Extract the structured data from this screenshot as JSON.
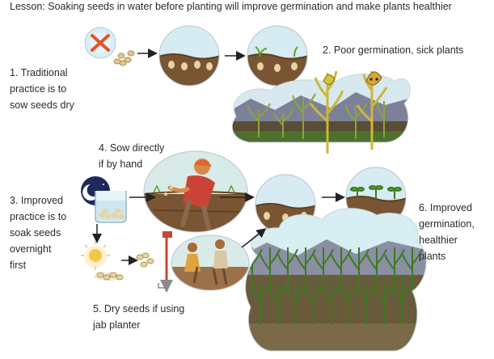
{
  "lesson": {
    "title": "Lesson: Soaking seeds in water before planting will improve germination and make plants healthier"
  },
  "labels": {
    "step1": "1. Traditional\npractice is to\nsow seeds dry",
    "step2": "2. Poor germination, sick plants",
    "step3": "3. Improved\npractice is to\nsoak seeds\novernight\nfirst",
    "step4": "4. Sow directly\nif by hand",
    "step5": "5. Dry seeds if using\njab planter",
    "step6": "6. Improved\ngermination,\nhealthier\nplants"
  },
  "colors": {
    "sky": "#cfe6ef",
    "soil": "#7a5533",
    "soil_light": "#9c7149",
    "seed": "#e8d3a2",
    "leaf": "#5e9e2c",
    "leaf_dark": "#3d7a1f",
    "sick_leaf": "#d6c23a",
    "hills": "#7d8197",
    "ground": "#5c4a2f",
    "arrow": "#222222",
    "forbid": "#e2552a",
    "water": "#d9edf5",
    "sun": "#f3c84a",
    "night": "#1d2a5a"
  }
}
